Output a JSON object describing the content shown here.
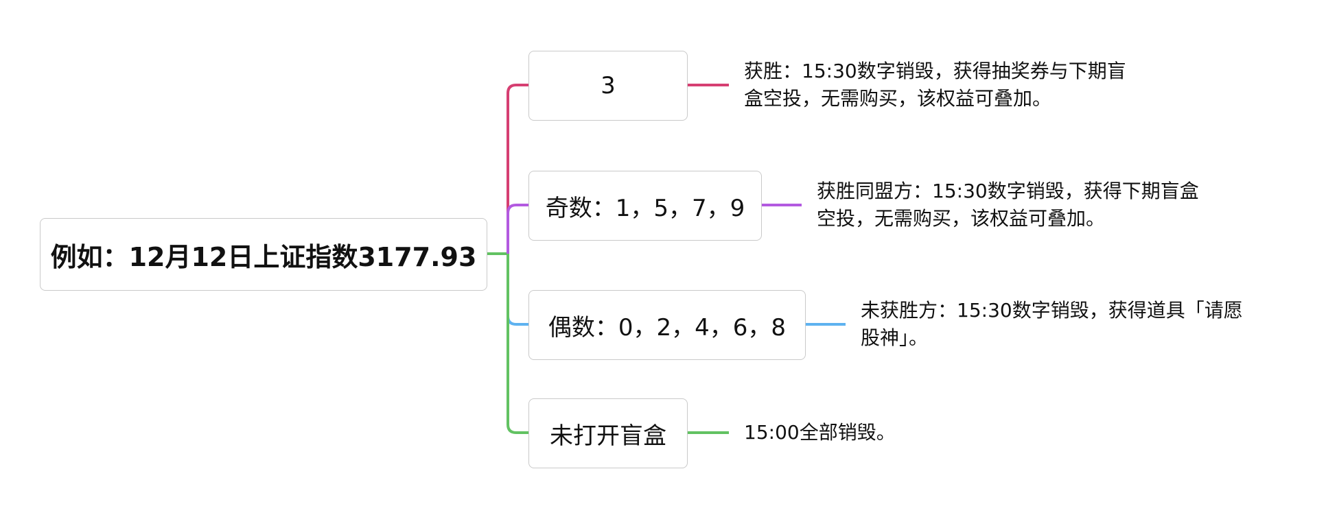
{
  "root": {
    "label": "例如：12月12日上证指数3177.93"
  },
  "branches": [
    {
      "label": "3",
      "note_lines": [
        "获胜：15:30数字销毁，获得抽奖券与下期盲",
        "盒空投，无需购买，该权益可叠加。"
      ],
      "color": "#d63f72"
    },
    {
      "label": "奇数：1，5，7，9",
      "note_lines": [
        "获胜同盟方：15:30数字销毁，获得下期盲盒",
        "空投，无需购买，该权益可叠加。"
      ],
      "color": "#b35ae0"
    },
    {
      "label": "偶数：0，2，4，6，8",
      "note_lines": [
        "未获胜方：15:30数字销毁，获得道具「请愿",
        "股神」。"
      ],
      "color": "#5eb2f0"
    },
    {
      "label": "未打开盲盒",
      "note_lines": [
        "15:00全部销毁。"
      ],
      "color": "#62c262"
    }
  ]
}
